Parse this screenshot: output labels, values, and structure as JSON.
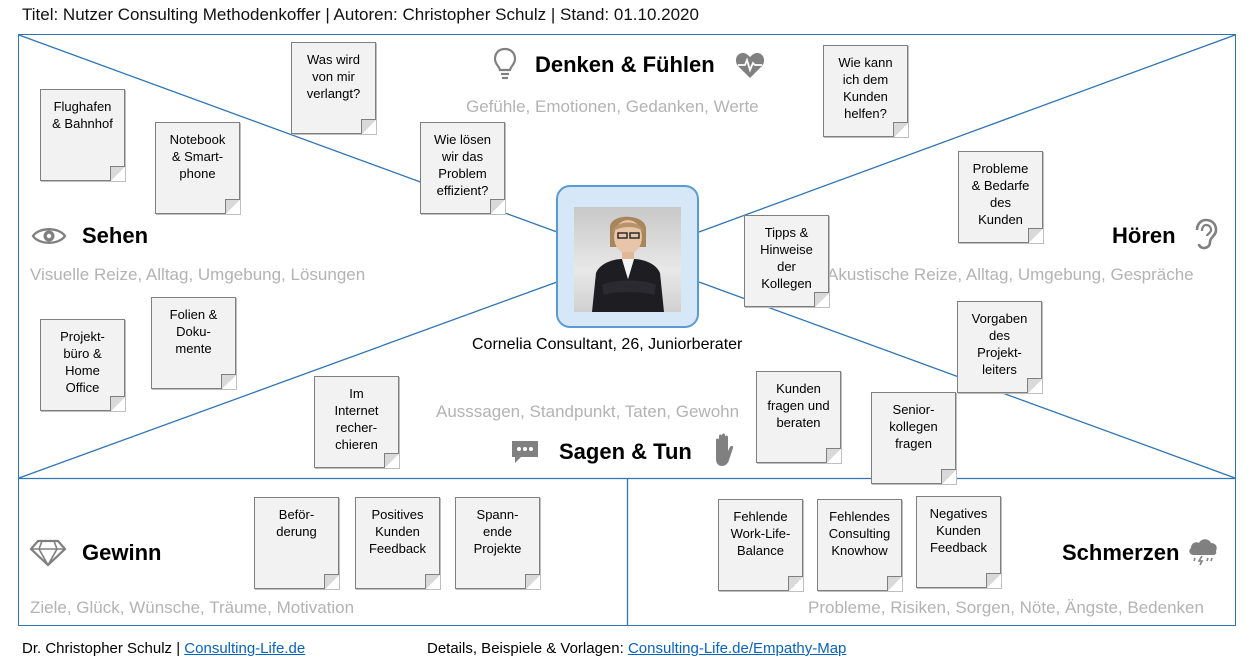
{
  "header": {
    "text": "Titel: Nutzer Consulting Methodenkoffer | Autoren: Christopher Schulz | Stand: 01.10.2020"
  },
  "sections": {
    "think": {
      "title": "Denken & Fühlen",
      "subtitle": "Gefühle, Emotionen, Gedanken, Werte"
    },
    "see": {
      "title": "Sehen",
      "subtitle": "Visuelle Reize, Alltag, Umgebung, Lösungen"
    },
    "hear": {
      "title": "Hören",
      "subtitle": "Akustische Reize, Alltag, Umgebung, Gespräche"
    },
    "say": {
      "title": "Sagen & Tun",
      "subtitle": "Ausssagen, Standpunkt, Taten, Gewohn"
    },
    "gain": {
      "title": "Gewinn",
      "subtitle": "Ziele, Glück, Wünsche, Träume, Motivation"
    },
    "pain": {
      "title": "Schmerzen",
      "subtitle": "Probleme, Risiken, Sorgen, Nöte, Ängste, Bedenken"
    }
  },
  "persona": {
    "name": "Cornelia Consultant, 26, Juniorberater"
  },
  "notes": {
    "n1": "Flughafen\n& Bahnhof",
    "n2": "Notebook\n& Smart-\nphone",
    "n3": "Was wird\nvon mir\nverlangt?",
    "n4": "Wie lösen\nwir das\nProblem\neffizient?",
    "n5": "Wie kann\nich dem\nKunden\nhelfen?",
    "n6": "Probleme\n& Bedarfe\ndes\nKunden",
    "n7": "Tipps &\nHinweise\nder\nKollegen",
    "n8": "Projekt-\nbüro &\nHome\nOffice",
    "n9": "Folien &\nDoku-\nmente",
    "n10": "Im\nInternet\nrecher-\nchieren",
    "n11": "Kunden\nfragen und\nberaten",
    "n12": "Senior-\nkollegen\nfragen",
    "n13": "Vorgaben\ndes\nProjekt-\nleiters",
    "n14": "Beför-\nderung",
    "n15": "Positives\nKunden\nFeedback",
    "n16": "Spann-\nende\nProjekte",
    "n17": "Fehlende\nWork-Life-\nBalance",
    "n18": "Fehlendes\nConsulting\nKnowhow",
    "n19": "Negatives\nKunden\nFeedback"
  },
  "footer": {
    "author": "Dr. Christopher Schulz | ",
    "author_link": "Consulting-Life.de",
    "details": "Details, Beispiele & Vorlagen: ",
    "details_link": "Consulting-Life.de/Empathy-Map"
  },
  "colors": {
    "frame": "#2e75b6",
    "subtitle": "#b3b3b3",
    "icon": "#808080",
    "note_bg": "#f2f2f2",
    "persona_bg": "#d6e7f7",
    "link": "#0563c1"
  },
  "icons": [
    "lightbulb-icon",
    "heart-pulse-icon",
    "eye-icon",
    "ear-icon",
    "speech-bubble-icon",
    "hand-icon",
    "diamond-icon",
    "storm-cloud-icon"
  ]
}
